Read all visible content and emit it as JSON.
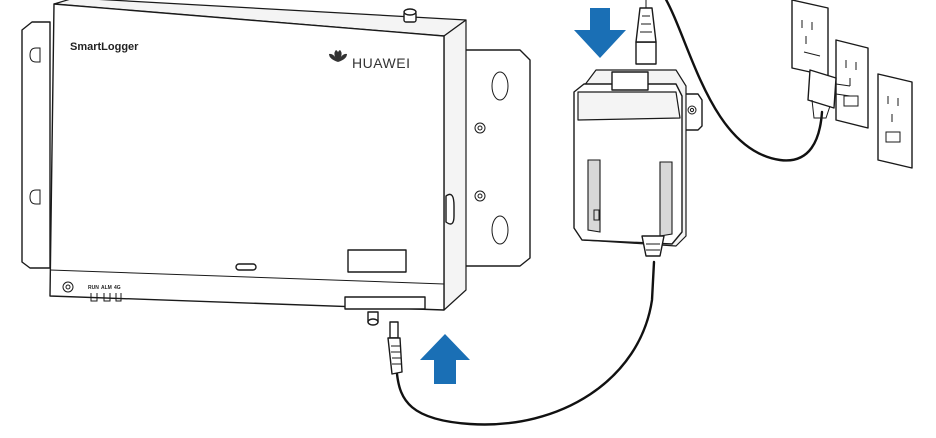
{
  "device": {
    "model_label": "SmartLogger",
    "brand_label": "HUAWEI",
    "led_labels": [
      "RUN",
      "ALM",
      "4G"
    ]
  },
  "colors": {
    "arrow": "#1a6fb5",
    "outline": "#1a1a1a",
    "background": "#ffffff"
  },
  "icons": {
    "down_arrow": "arrow-down-icon",
    "up_arrow": "arrow-up-icon",
    "brand_logo": "huawei-logo-icon"
  }
}
